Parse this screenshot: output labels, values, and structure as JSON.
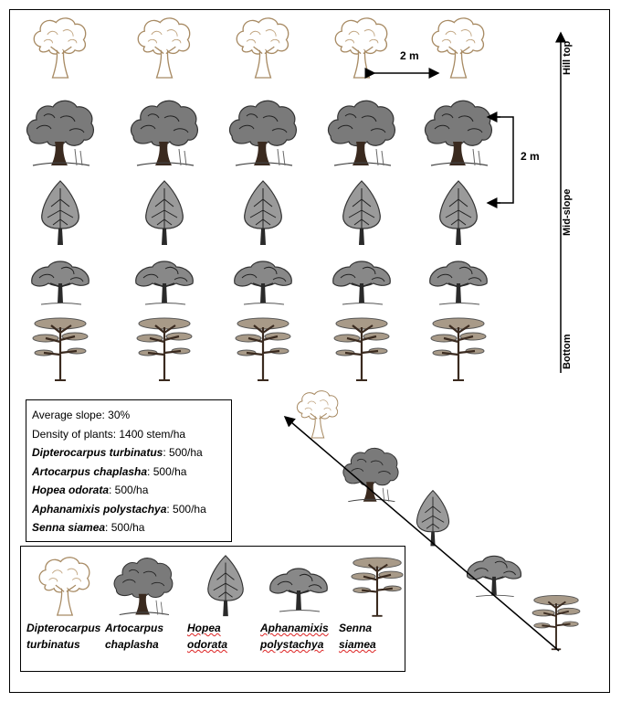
{
  "distances": {
    "horizontal": "2 m",
    "vertical": "2 m"
  },
  "slope_labels": {
    "top": "Hill top",
    "middle": "Mid-slope",
    "bottom": "Bottom"
  },
  "info": {
    "slope_label": "Average slope: 30%",
    "density_label": "Density of plants: 1400 stem/ha",
    "species": [
      {
        "name": "Dipterocarpus turbinatus",
        "value": ": 500/ha"
      },
      {
        "name": "Artocarpus chaplasha",
        "value": ": 500/ha"
      },
      {
        "name": "Hopea odorata",
        "value": ": 500/ha"
      },
      {
        "name": "Aphanamixis polystachya",
        "value": ": 500/ha"
      },
      {
        "name": "Senna siamea",
        "value": ": 500/ha"
      }
    ]
  },
  "legend": [
    {
      "line1": "Dipterocarpus",
      "line2": "turbinatus"
    },
    {
      "line1": "Artocarpus",
      "line2": "chaplasha"
    },
    {
      "line1": "Hopea",
      "line2": "odorata"
    },
    {
      "line1": "Aphanamixis",
      "line2": "polystachya"
    },
    {
      "line1": "Senna",
      "line2": "siamea"
    }
  ],
  "grid": {
    "columns": 5,
    "rows": [
      "dipterocarpus",
      "artocarpus",
      "hopea",
      "aphanamixis",
      "senna"
    ]
  },
  "colors": {
    "line": "#000000",
    "trunk_dark": "#3a2a1f",
    "foliage_dark": "#555555",
    "outline_light": "#b59a78",
    "squiggle": "#dd2222"
  }
}
